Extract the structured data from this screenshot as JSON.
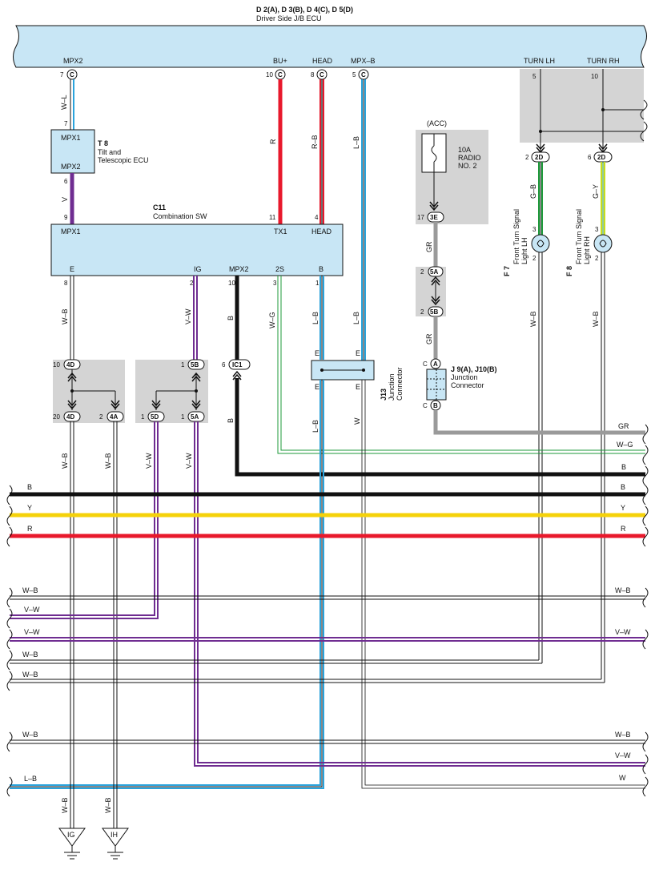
{
  "ecu": {
    "title": "D 2(A), D 3(B), D 4(C), D 5(D)",
    "subtitle": "Driver Side J/B ECU"
  },
  "ecu_pins": [
    {
      "label": "MPX2",
      "num": "7",
      "conn": "C"
    },
    {
      "label": "BU+",
      "num": "10",
      "conn": "C"
    },
    {
      "label": "HEAD",
      "num": "8",
      "conn": "C"
    },
    {
      "label": "MPX–B",
      "num": "5",
      "conn": "C"
    },
    {
      "label": "TURN LH",
      "num": "5"
    },
    {
      "label": "TURN RH",
      "num": "10"
    }
  ],
  "t8": {
    "id": "T 8",
    "name1": "Tilt and",
    "name2": "Telescopic ECU",
    "pin_top": "MPX1",
    "pin_bot": "MPX2",
    "pin_top_num": "7",
    "pin_bot_num": "6"
  },
  "c11": {
    "id": "C11",
    "name": "Combination SW",
    "top_pins": [
      {
        "label": "MPX1",
        "num": "9"
      },
      {
        "label": "TX1",
        "num": "11"
      },
      {
        "label": "HEAD",
        "num": "4"
      }
    ],
    "bottom_pins": [
      {
        "label": "E",
        "num": "8"
      },
      {
        "label": "IG",
        "num": "2"
      },
      {
        "label": "MPX2",
        "num": "10"
      },
      {
        "label": "2S",
        "num": "3"
      },
      {
        "label": "B",
        "num": "1"
      }
    ]
  },
  "fuse": {
    "label": "(ACC)",
    "rating": "10A",
    "name1": "RADIO",
    "name2": "NO. 2",
    "pin": "17",
    "conn": "3E"
  },
  "conn_5a": {
    "pin": "2",
    "conn": "5A"
  },
  "conn_5b": {
    "pin": "2",
    "conn": "5B"
  },
  "j9": {
    "id": "J 9(A), J10(B)",
    "name1": "Junction",
    "name2": "Connector",
    "top": "A",
    "bot": "B",
    "c1": "C",
    "c2": "C"
  },
  "j13": {
    "id": "J13",
    "name1": "Junction",
    "name2": "Connector",
    "e": "E"
  },
  "f7": {
    "id": "F 7",
    "name1": "Front Turn Signal",
    "name2": "Light LH",
    "pin_top": "3",
    "pin_bot": "2"
  },
  "f8": {
    "id": "F 8",
    "name1": "Front Turn Signal",
    "name2": "Light RH",
    "pin_top": "3",
    "pin_bot": "2"
  },
  "conn_2d": {
    "lh_num": "2",
    "rh_num": "6",
    "conn": "2D"
  },
  "left_conns": {
    "n10": "10",
    "n20": "20",
    "n2": "2",
    "n1a": "1",
    "n1b": "1",
    "n1c": "1",
    "c4d": "4D",
    "c4a": "4A",
    "c5b": "5B",
    "c5d": "5D",
    "c5a": "5A"
  },
  "ic1": {
    "num": "6",
    "label": "IC1"
  },
  "wire_colors": {
    "w_l": "W–L",
    "r": "R",
    "r_b": "R–B",
    "l_b": "L–B",
    "v": "V",
    "gr": "GR",
    "g_b": "G–B",
    "g_y": "G–Y",
    "w_b": "W–B",
    "v_w": "V–W",
    "b": "B",
    "w_g": "W–G",
    "w": "W",
    "y": "Y"
  },
  "ground": {
    "ig": "IG",
    "ih": "IH"
  },
  "colors": {
    "ecu_fill": "#c8e6f5",
    "red": "#e8192c",
    "purple": "#6f2d91",
    "black": "#111111",
    "yellow": "#f5d20a",
    "gray": "#9a9a9a",
    "lightblue": "#2aa3dc",
    "green": "#1d9a3a",
    "yg": "#c8dc1e",
    "shade": "#d4d4d4"
  }
}
